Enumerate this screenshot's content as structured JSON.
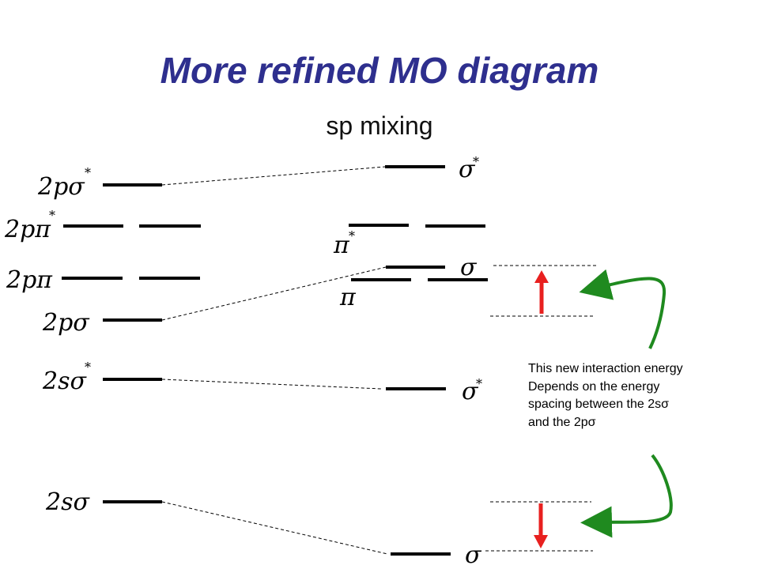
{
  "slide": {
    "title": "More refined MO diagram",
    "subtitle": "sp mixing"
  },
  "left_levels": {
    "2p_sigma_star": {
      "prefix": "2p",
      "symbol": "σ",
      "sup": "*"
    },
    "2p_pi_star": {
      "prefix": "2p",
      "symbol": "π",
      "sup": "*"
    },
    "2p_pi": {
      "prefix": "2p",
      "symbol": "π"
    },
    "2p_sigma": {
      "prefix": "2p",
      "symbol": "σ"
    },
    "2s_sigma_star": {
      "prefix": "2s",
      "symbol": "σ",
      "sup": "*"
    },
    "2s_sigma": {
      "prefix": "2s",
      "symbol": "σ"
    }
  },
  "right_levels": {
    "sigma_star_upper": {
      "symbol": "σ",
      "sup": "*"
    },
    "pi_star": {
      "symbol": "π",
      "sup": "*"
    },
    "sigma_upper": {
      "symbol": "σ"
    },
    "pi": {
      "symbol": "π"
    },
    "sigma_star_lower": {
      "symbol": "σ",
      "sup": "*"
    },
    "sigma_lower": {
      "symbol": "σ"
    }
  },
  "annotation": {
    "lines": [
      "This new interaction energy",
      "Depends on the energy",
      "spacing between the 2sσ",
      "and the 2pσ"
    ]
  },
  "colors": {
    "title": "#2e2f8e",
    "level": "#000000",
    "arrow_red": "#e8201f",
    "arrow_green": "#1f8a1f"
  }
}
